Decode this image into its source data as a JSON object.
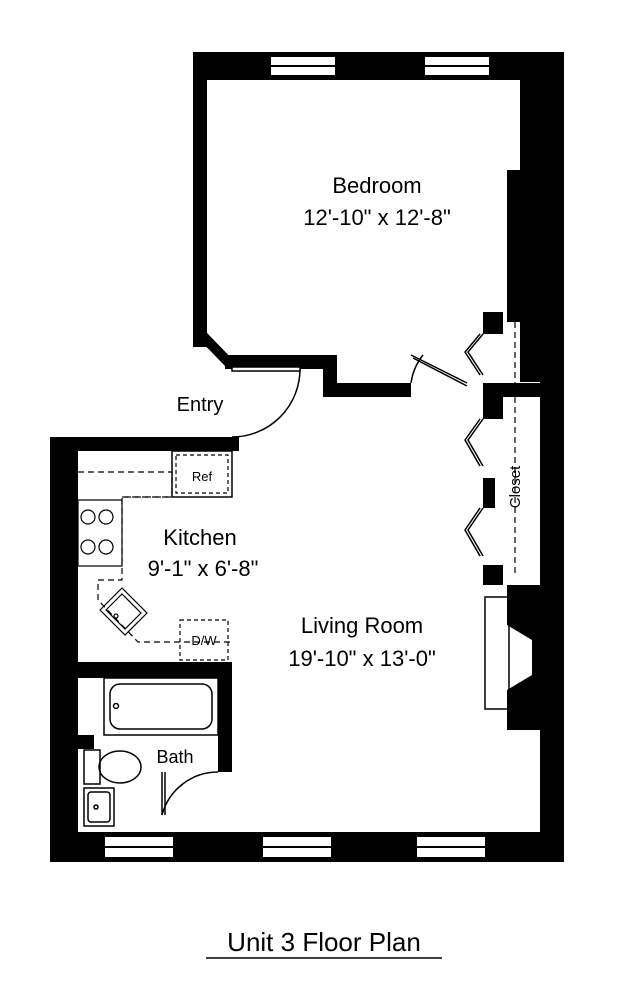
{
  "colors": {
    "wall": "#000000",
    "background": "#ffffff"
  },
  "rooms": {
    "bedroom": {
      "name": "Bedroom",
      "dims": "12'-10\" x 12'-8\""
    },
    "entry": {
      "name": "Entry"
    },
    "kitchen": {
      "name": "Kitchen",
      "dims": "9'-1\" x 6'-8\""
    },
    "living": {
      "name": "Living Room",
      "dims": "19'-10\" x 13'-0\""
    },
    "bath": {
      "name": "Bath"
    },
    "closet": {
      "name": "Closet"
    }
  },
  "fixtures": {
    "refrigerator": "Ref",
    "dishwasher": "D/W"
  },
  "title": "Unit 3 Floor Plan"
}
